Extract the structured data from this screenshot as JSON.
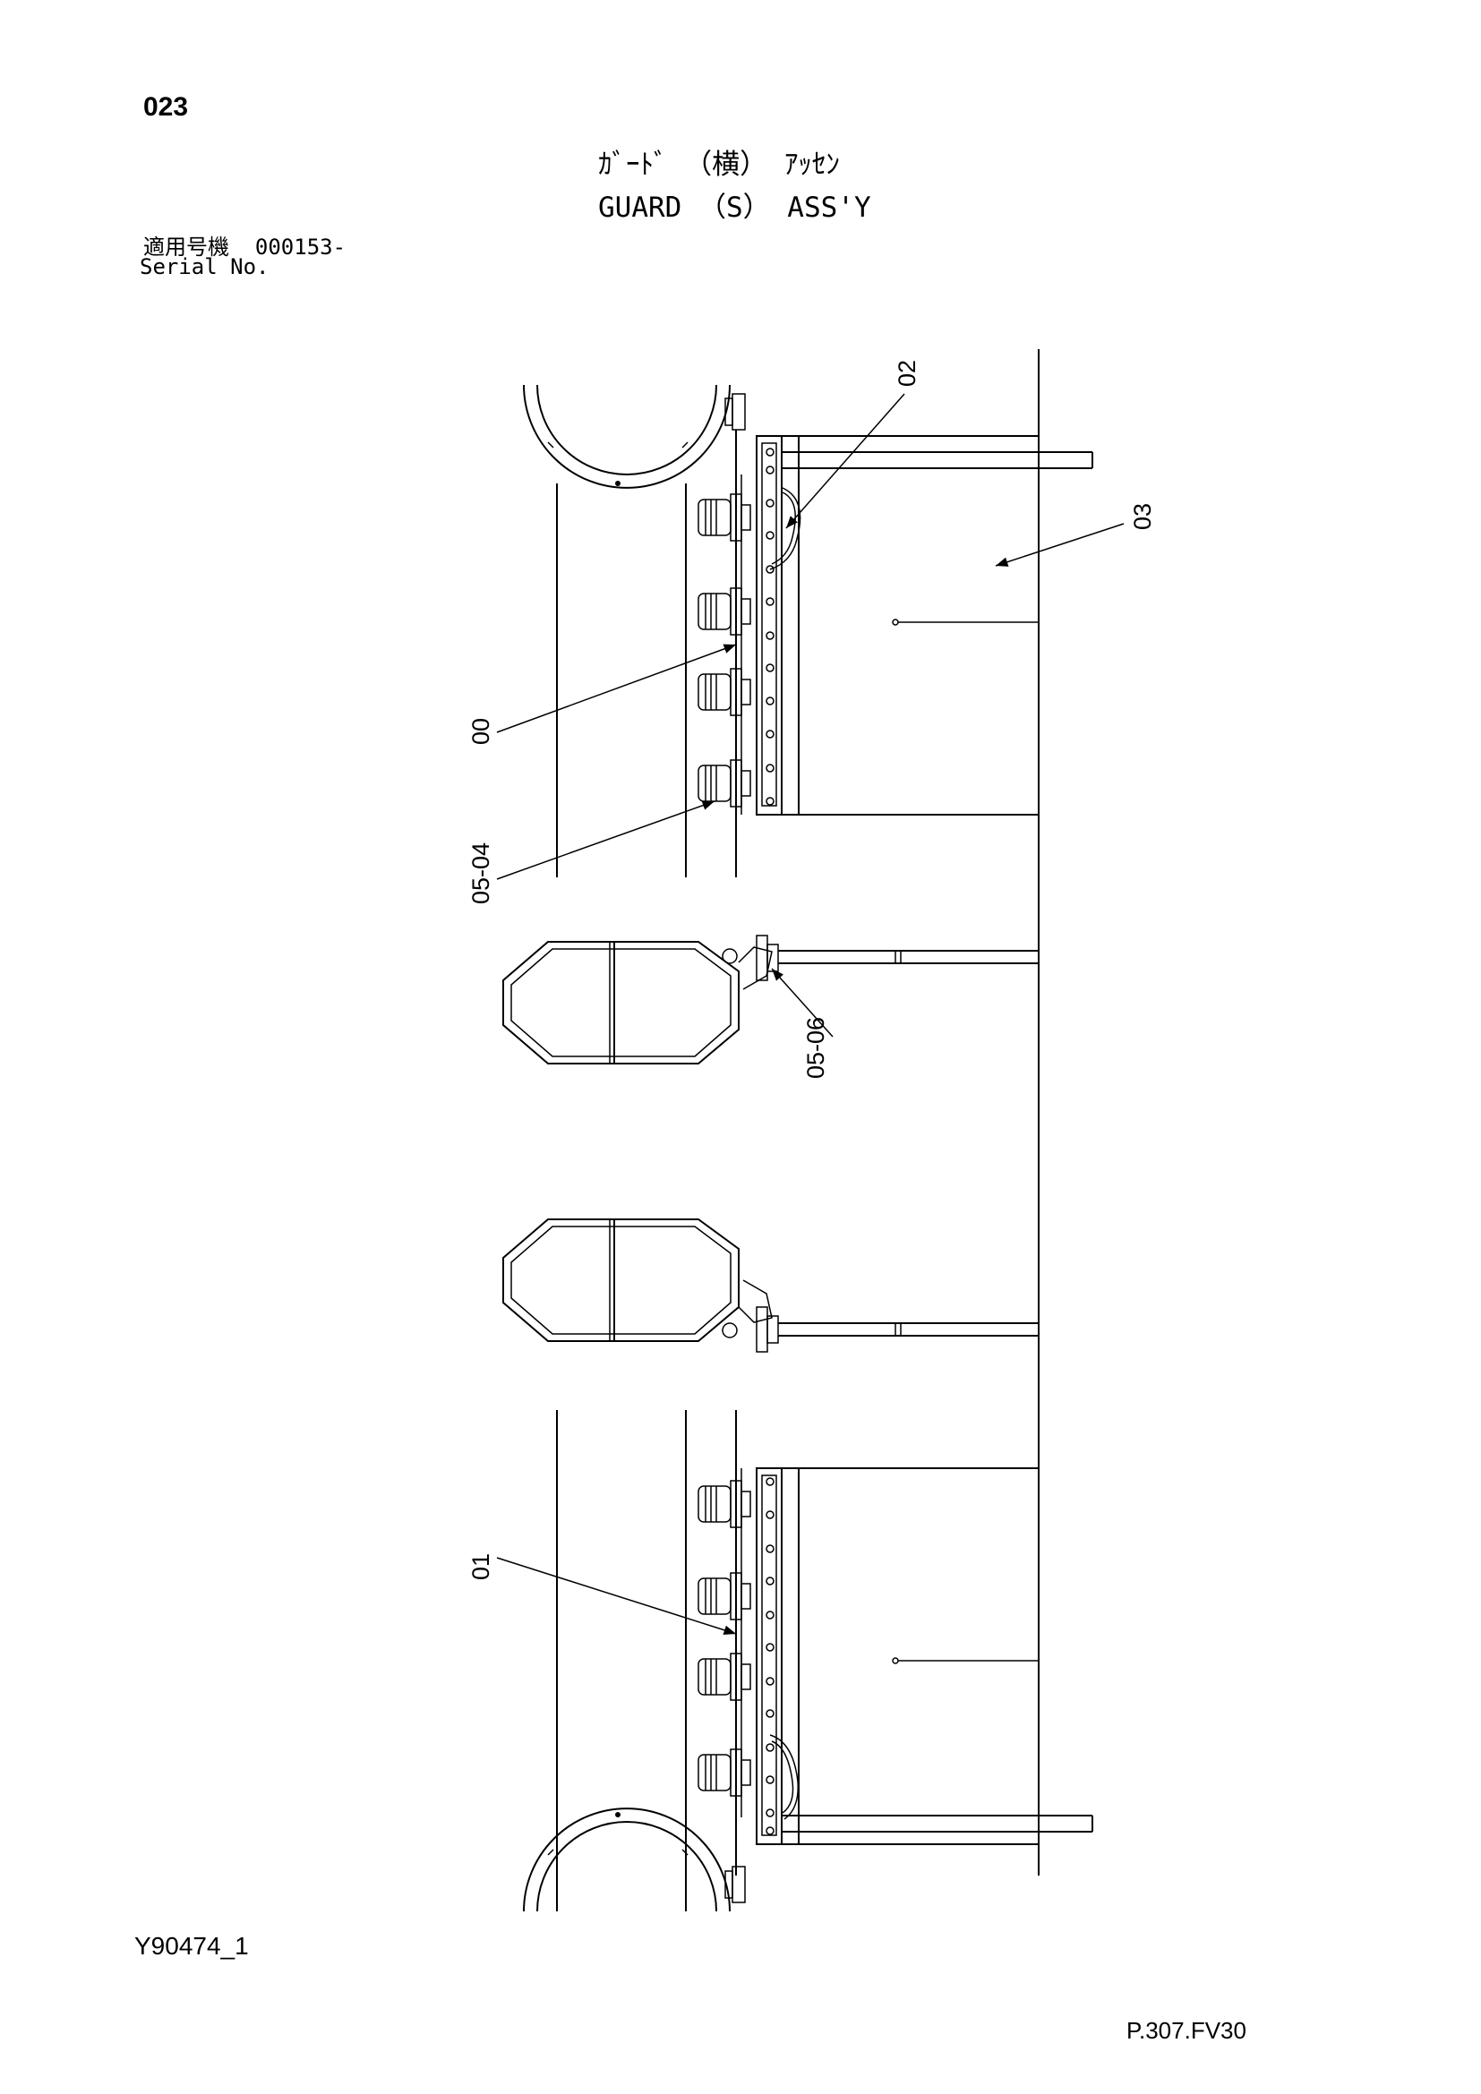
{
  "header": {
    "page_number": "023",
    "title_jp": "ｶﾞｰﾄﾞ （横） ｱｯｾﾝ",
    "title_en": "GUARD （S） ASS'Y",
    "serial_label_jp": "適用号機",
    "serial_value": "000153-",
    "serial_label_en": "Serial No."
  },
  "callouts": {
    "c02": "02",
    "c03": "03",
    "c00": "00",
    "c05_04": "05-04",
    "c05_06": "05-06",
    "c01": "01"
  },
  "footer": {
    "drawing_id": "Y90474_1",
    "page_ref": "P.307.FV30"
  }
}
